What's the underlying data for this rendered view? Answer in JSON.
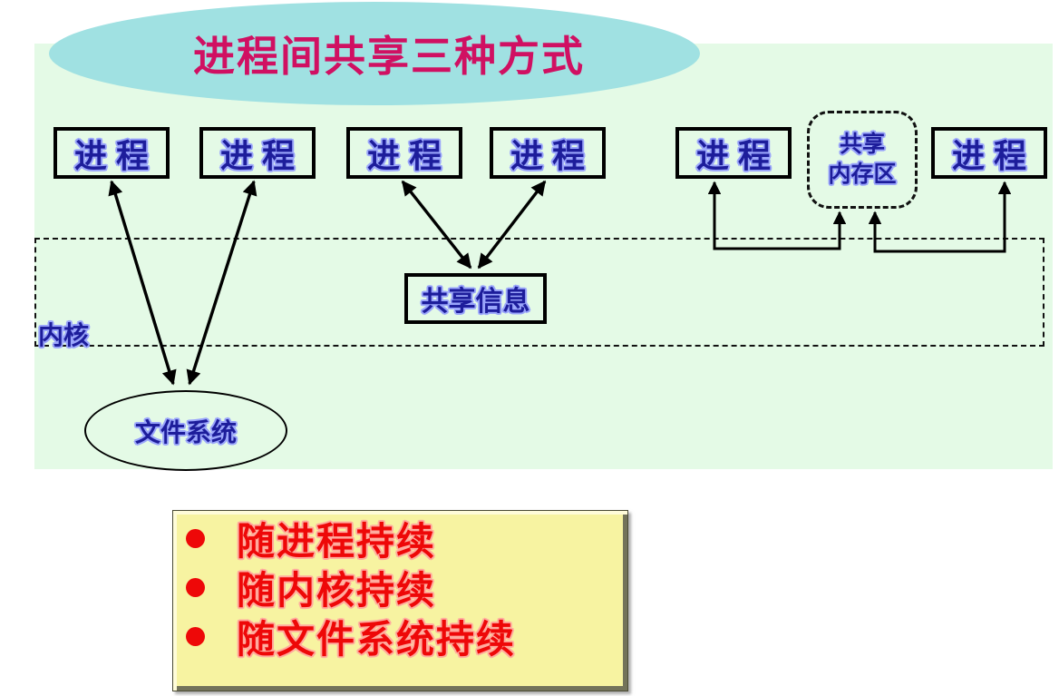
{
  "title": {
    "text": "进程间共享三种方式"
  },
  "diagram": {
    "process_boxes": [
      {
        "label": "进程"
      },
      {
        "label": "进程"
      },
      {
        "label": "进程"
      },
      {
        "label": "进程"
      },
      {
        "label": "进程"
      },
      {
        "label": "进程"
      }
    ],
    "kernel_label": "内核",
    "shared_info_label": "共享信息",
    "shared_memory_lines": [
      "共享",
      "内存区"
    ],
    "file_system_label": "文件系统"
  },
  "legend": {
    "items": [
      {
        "label": "随进程持续"
      },
      {
        "label": "随内核持续"
      },
      {
        "label": "随文件系统持续"
      }
    ]
  },
  "icons": {
    "bullet": "filled-circle"
  },
  "colors": {
    "slide_bg": "#e4fae6",
    "title_ellipse": "#a0e1e2",
    "title_text": "#d01062",
    "box_text": "#1d1d9b",
    "bullet_text": "#ee0808",
    "panel_bg": "#f7f3a1",
    "arrow": "#000000"
  }
}
